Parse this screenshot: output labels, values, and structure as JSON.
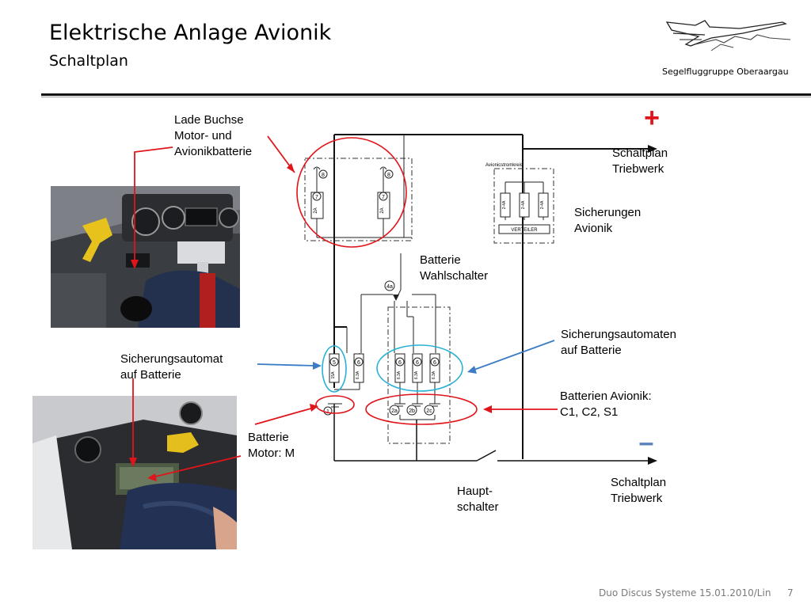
{
  "slide": {
    "title": "Elektrische Anlage Avionik",
    "subtitle": "Schaltplan",
    "organization": "Segelfluggruppe Oberaargau",
    "footer_text": "Duo Discus Systeme 15.01.2010/Lin",
    "page_number": "7"
  },
  "labels": {
    "lade_buchse": [
      "Lade Buchse",
      "Motor- und",
      "Avionikbatterie"
    ],
    "sicherungsautomat": [
      "Sicherungsautomat",
      "auf Batterie"
    ],
    "batterie_motor": [
      "Batterie",
      "Motor: M"
    ],
    "schaltplan_triebwerk_top": [
      "Schaltplan",
      "Triebwerk"
    ],
    "sicherungen_avionik": [
      "Sicherungen",
      "Avionik"
    ],
    "batterie_wahlschalter": [
      "Batterie",
      "Wahlschalter"
    ],
    "sicherungsautomaten": [
      "Sicherungsautomaten",
      "auf Batterie"
    ],
    "batterien_avionik": [
      "Batterien Avionik:",
      "C1, C2, S1"
    ],
    "schaltplan_triebwerk_bottom": [
      "Schaltplan",
      "Triebwerk"
    ],
    "hauptschalter": [
      "Haupt-",
      "schalter"
    ]
  },
  "symbols": {
    "plus": "+",
    "minus": "–"
  },
  "schematic": {
    "avionik_box_label": "Avionicstromkreis",
    "verteiler_label": "VERTEILER",
    "fuse_avionik_values": [
      "2-4A",
      "2-4A",
      "2-4A"
    ],
    "lade_fuse_values": [
      "2A",
      "2A"
    ],
    "lade_fuse_numbers": [
      "7",
      "7"
    ],
    "socket_numbers": [
      "8",
      "8"
    ],
    "selector_number": "4a",
    "main_fuse_number": "5",
    "main_fuse_value": "15A",
    "fuse_motor_number": "6",
    "fuse_motor_value": "6.3A",
    "battery_fuse_numbers": [
      "6",
      "6",
      "6"
    ],
    "battery_fuse_values": [
      "6.3A",
      "6.3A",
      "6.3A"
    ],
    "battery_numbers": [
      "2a",
      "2b",
      "2c"
    ],
    "motor_battery_number": "1"
  },
  "colors": {
    "red_annotation": "#e0151b",
    "blue_annotation": "#3b7dc4",
    "cyan_highlight": "#2ab1d6",
    "minus_sign": "#5a83be"
  }
}
